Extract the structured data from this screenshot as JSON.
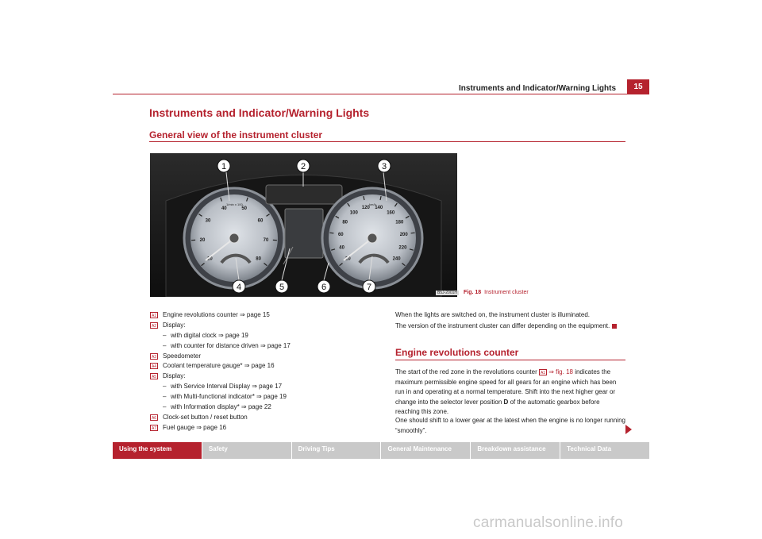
{
  "header": {
    "title": "Instruments and Indicator/Warning Lights",
    "page_number": "15"
  },
  "main": {
    "heading": "Instruments and Indicator/Warning Lights",
    "subheading": "General view of the instrument cluster"
  },
  "figure": {
    "code": "B5J-2001H",
    "caption_label": "Fig. 18",
    "caption_text": "Instrument cluster",
    "callouts": [
      "1",
      "2",
      "3",
      "4",
      "5",
      "6",
      "7"
    ],
    "rev_labels": [
      "10",
      "20",
      "30",
      "40",
      "50",
      "60",
      "70",
      "80"
    ],
    "rev_unit": "1/min x 100",
    "speed_labels": [
      "20",
      "40",
      "60",
      "80",
      "100",
      "120",
      "140",
      "160",
      "180",
      "200",
      "220",
      "240"
    ],
    "speed_unit": "km/h"
  },
  "legend": [
    {
      "num": "A1",
      "text": "Engine revolutions counter ⇒ page 15"
    },
    {
      "num": "A2",
      "text": "Display:"
    },
    {
      "sub": true,
      "text": "with digital clock ⇒ page 19"
    },
    {
      "sub": true,
      "text": "with counter for distance driven ⇒ page 17"
    },
    {
      "num": "A3",
      "text": "Speedometer"
    },
    {
      "num": "A4",
      "text": "Coolant temperature gauge* ⇒ page 16"
    },
    {
      "num": "A5",
      "text": "Display:"
    },
    {
      "sub": true,
      "text": "with Service Interval Display ⇒ page 17"
    },
    {
      "sub": true,
      "text": "with Multi-functional indicator* ⇒ page 19"
    },
    {
      "sub": true,
      "text": "with Information display* ⇒ page 22"
    },
    {
      "num": "A6",
      "text": "Clock-set button / reset button"
    },
    {
      "num": "A7",
      "text": "Fuel gauge ⇒ page 16"
    }
  ],
  "right": {
    "p1": "When the lights are switched on, the instrument cluster is illuminated.",
    "p2": "The version of the instrument cluster can differ depending on the equipment.",
    "section_title": "Engine revolutions counter",
    "p3_before": "The start of the red zone in the revolutions counter",
    "p3_ref": "A1",
    "p3_link": "⇒ fig. 18",
    "p3_after": "indicates the maximum permissible engine speed for all gears for an engine which has been run in and operating at a normal temperature. Shift into the next higher gear or change into the selector lever position",
    "p3_bold": "D",
    "p3_end": "of the automatic gearbox before reaching this zone.",
    "p4": "One should shift to a lower gear at the latest when the engine is no longer running “smoothly”."
  },
  "nav": {
    "tabs": [
      "Using the system",
      "Safety",
      "Driving Tips",
      "General Maintenance",
      "Breakdown assistance",
      "Technical Data"
    ]
  },
  "watermark": "carmanualsonline.info",
  "colors": {
    "accent": "#b5222e",
    "nav_gray": "#c9c9c9"
  }
}
